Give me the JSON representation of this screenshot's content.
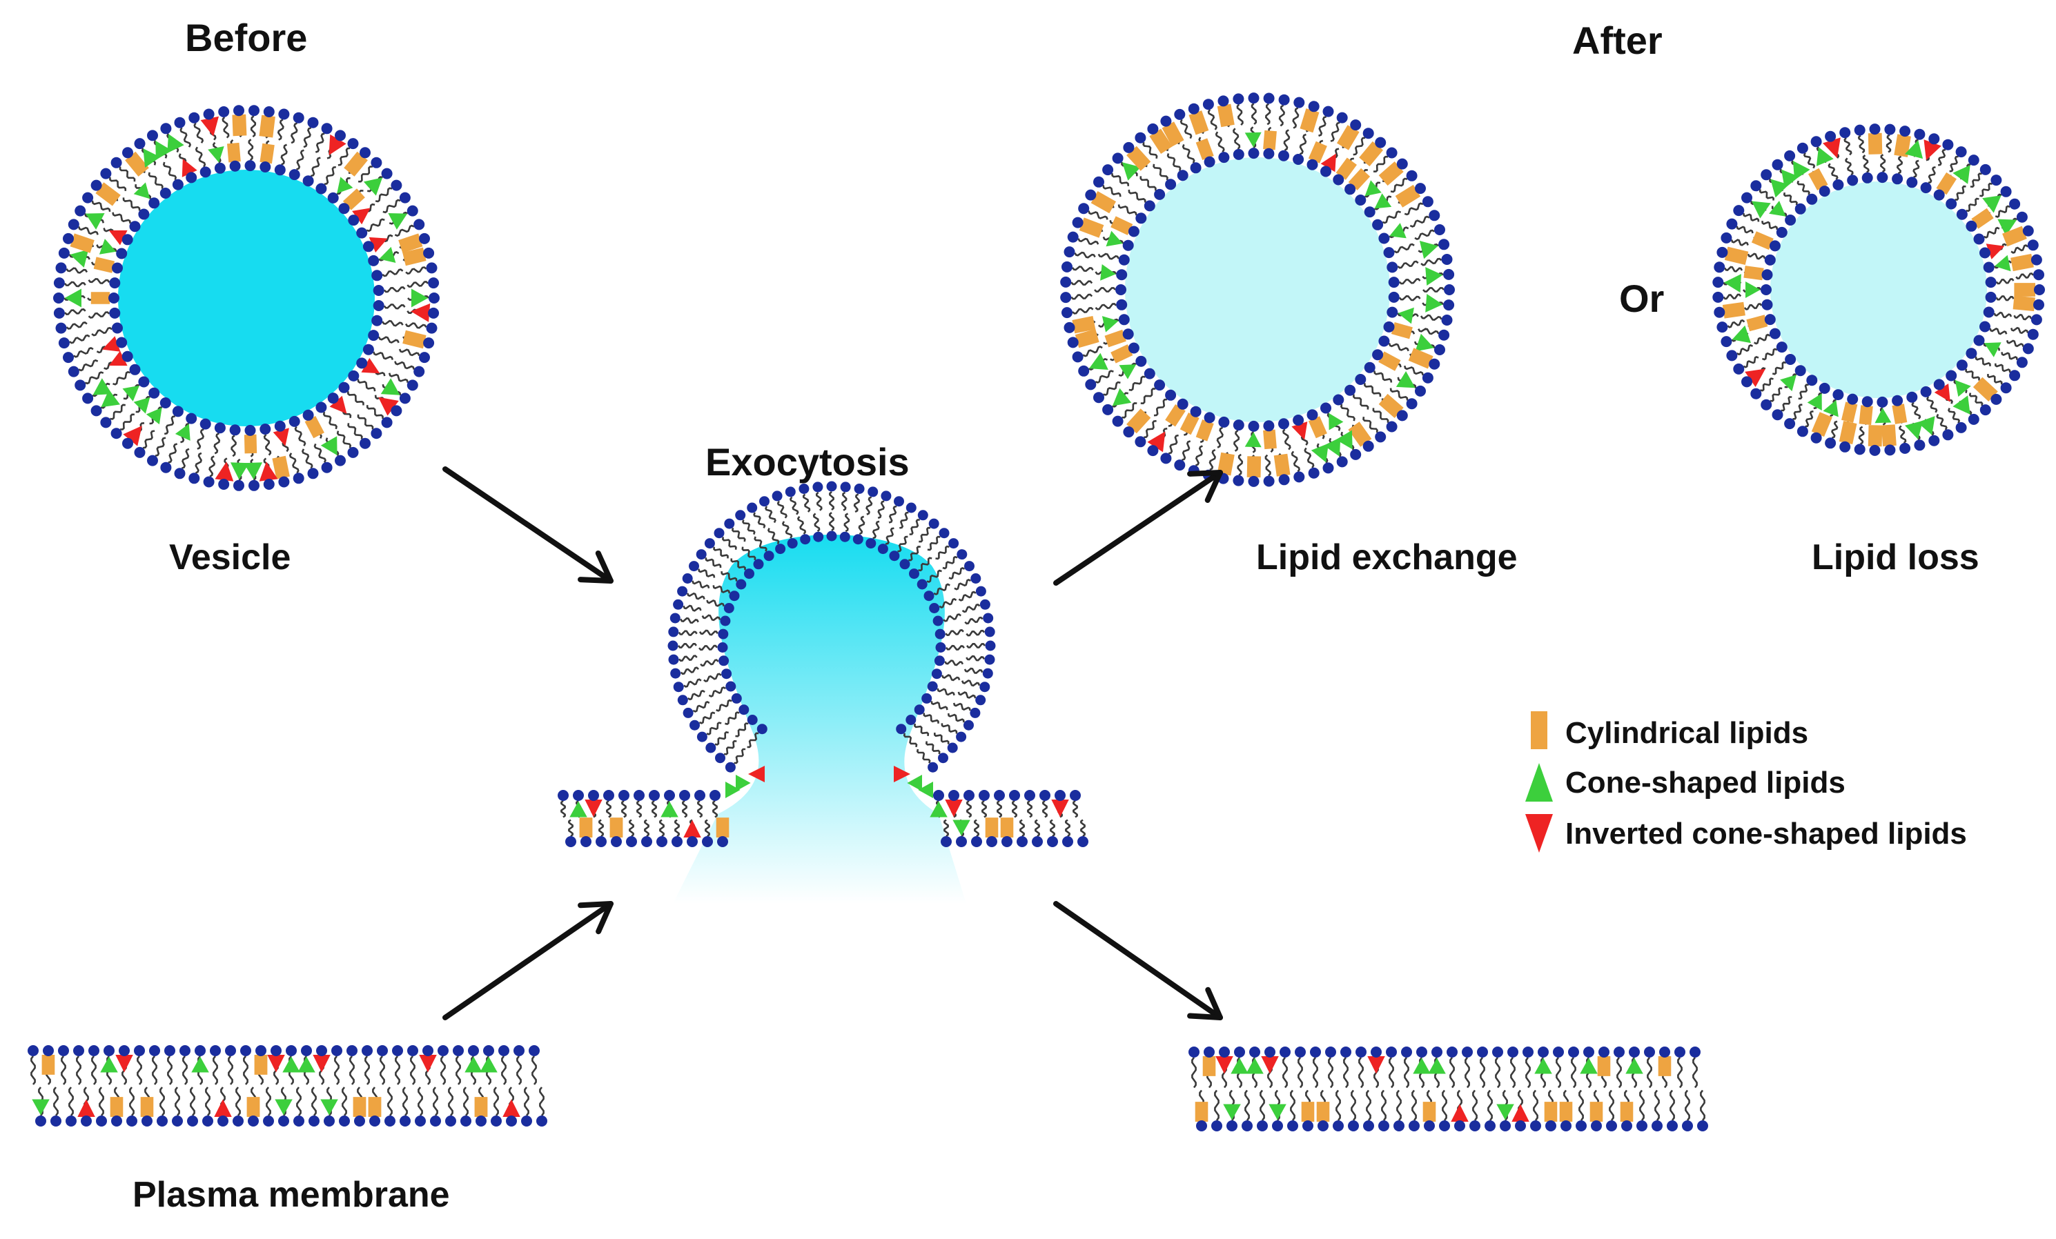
{
  "headings": {
    "before": "Before",
    "after": "After",
    "exocytosis": "Exocytosis",
    "or": "Or"
  },
  "captions": {
    "vesicle": "Vesicle",
    "plasma_membrane": "Plasma membrane",
    "lipid_exchange": "Lipid exchange",
    "lipid_loss": "Lipid loss"
  },
  "legend": {
    "cylindrical": "Cylindrical lipids",
    "cone": "Cone-shaped lipids",
    "inverted_cone": "Inverted cone-shaped lipids"
  },
  "colors": {
    "head": "#1a2d9e",
    "tail": "#3a3a3a",
    "cylindrical": "#eea441",
    "cone": "#3ccf3c",
    "inverted_cone": "#ee2323",
    "lumen_before": "#17dcf0",
    "lumen_after": "#c2f6f8",
    "arrow": "#111111"
  },
  "icons": {
    "arrows": "arrow-icon",
    "legend_cylindrical": "orange-rectangle-icon",
    "legend_cone": "green-triangle-icon",
    "legend_inverted": "red-inverted-triangle-icon"
  }
}
